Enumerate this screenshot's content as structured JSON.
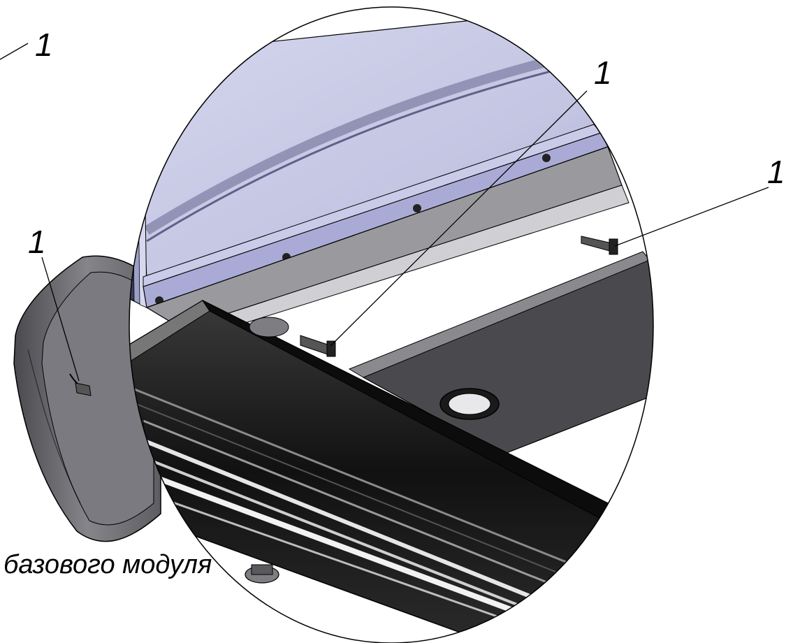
{
  "callouts": [
    {
      "id": "top-left",
      "label": "1"
    },
    {
      "id": "top-center",
      "label": "1"
    },
    {
      "id": "right",
      "label": "1"
    },
    {
      "id": "left",
      "label": "1"
    }
  ],
  "caption": {
    "text": "базового модуля"
  },
  "colors": {
    "background": "#ffffff",
    "glass": "#c9cbe6",
    "glass_frame": "#8b8fb4",
    "rail_light": "#a9abd6",
    "dark_profile": "#1a1a1a",
    "gray_panel": "#6f7074",
    "base_gray": "#8a8a8e",
    "line": "#000000"
  }
}
